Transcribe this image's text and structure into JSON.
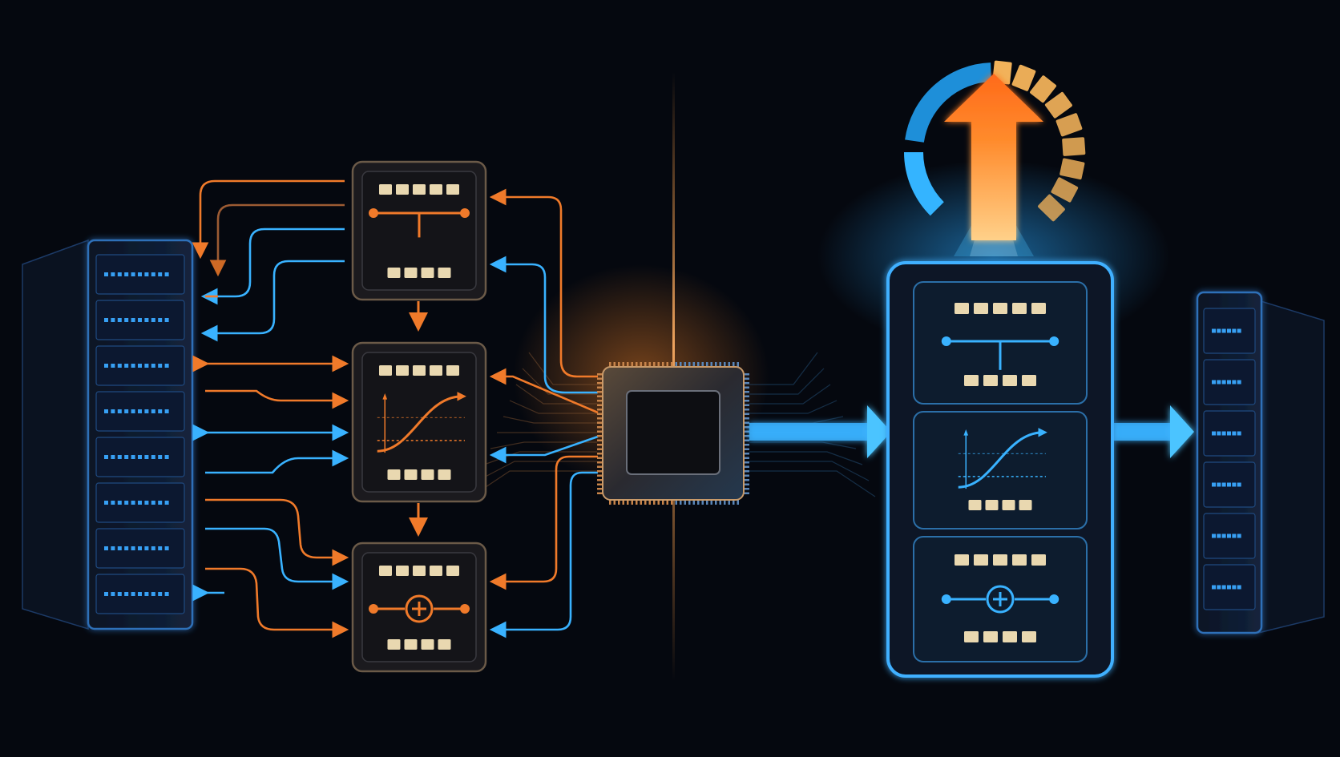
{
  "theme": {
    "background": "#05080f",
    "orange": "#f07a2a",
    "blue": "#39b2ff",
    "tan": "#e9d8b0",
    "panel_dark": "#141418",
    "gauge_blue": "#1e8fd9",
    "gauge_amber": "#f2b25a"
  },
  "icons": {
    "left_rack": "server-rack-icon",
    "right_rack": "server-rack-icon",
    "chip": "processor-chip-icon",
    "gauge": "performance-gauge-icon",
    "up_arrow": "upward-arrow-icon"
  },
  "gauge": {
    "segments_lit": 9,
    "segments_total": 9
  },
  "left_pipeline": {
    "modules": [
      {
        "kind": "normalize",
        "icon": "tree-branch-icon"
      },
      {
        "kind": "activation",
        "icon": "sigmoid-curve-icon"
      },
      {
        "kind": "add",
        "icon": "plus-circle-icon"
      }
    ]
  },
  "fused_module": {
    "sections": [
      {
        "kind": "normalize",
        "icon": "tree-branch-icon"
      },
      {
        "kind": "activation",
        "icon": "sigmoid-curve-icon"
      },
      {
        "kind": "add",
        "icon": "plus-circle-icon"
      }
    ]
  }
}
